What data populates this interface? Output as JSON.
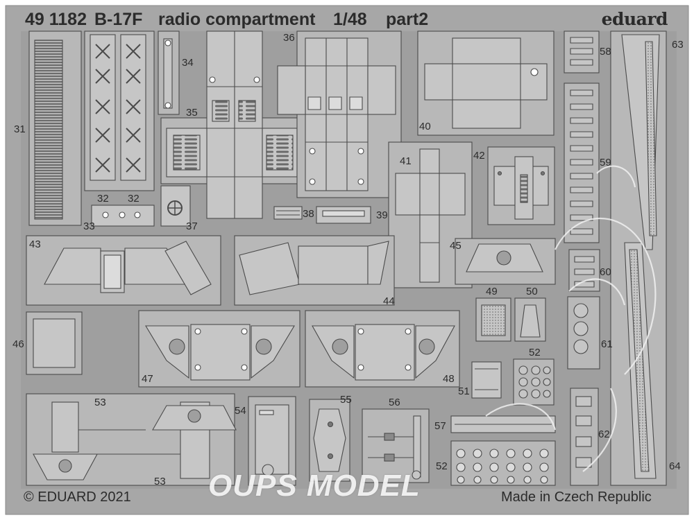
{
  "header": {
    "code": "49 1182",
    "model": "B-17F",
    "subject": "radio compartment",
    "scale": "1/48",
    "part": "part2",
    "brand": "eduard"
  },
  "footer": {
    "copyright": "© EDUARD 2021",
    "origin": "Made in Czech Republic"
  },
  "watermark": "OUPS MODEL",
  "part_numbers": [
    "31",
    "32",
    "32",
    "33",
    "34",
    "35",
    "36",
    "37",
    "38",
    "39",
    "40",
    "41",
    "42",
    "43",
    "44",
    "45",
    "46",
    "47",
    "48",
    "49",
    "50",
    "51",
    "52",
    "52",
    "53",
    "53",
    "54",
    "55",
    "56",
    "57",
    "58",
    "59",
    "60",
    "61",
    "62",
    "63",
    "64"
  ],
  "colors": {
    "sheet": "#a4a4a4",
    "part": "#c6c6c6",
    "line": "#4a4a4a",
    "text": "#2b2b2b"
  }
}
